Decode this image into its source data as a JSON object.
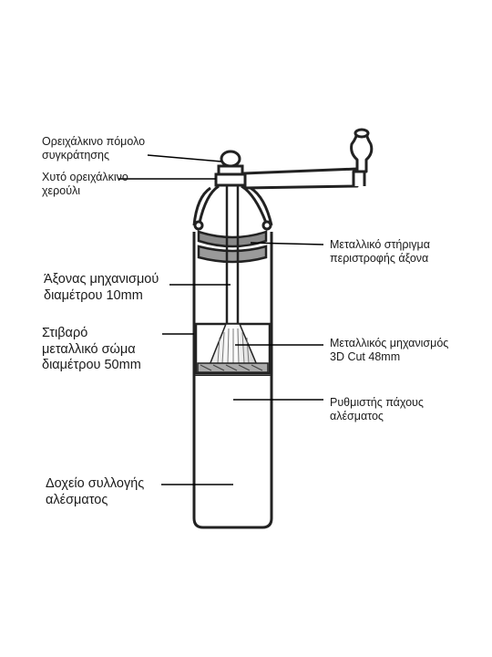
{
  "labels": {
    "brass_knob": [
      "Ορειχάλκινο πόμολο",
      "συγκράτησης"
    ],
    "cast_brass_handle": [
      "Χυτό ορειχάλκινο",
      "χερούλι"
    ],
    "axle_support": [
      "Μεταλλικό στήριγμα",
      "περιστροφής άξονα"
    ],
    "grinding_axle": [
      "Άξονας μηχανισμού",
      "διαμέτρου 10mm"
    ],
    "metal_body": [
      "Στιβαρό",
      "μεταλλικό σώμα",
      "διαμέτρου 50mm"
    ],
    "mechanism": [
      "Μεταλλικός μηχανισμός",
      "3D Cut  48mm"
    ],
    "coarseness_adjuster": [
      "Ρυθμιστής πάχους",
      "αλέσματος"
    ],
    "collection_container": [
      "Δοχείο συλλογής",
      "αλέσματος"
    ]
  }
}
